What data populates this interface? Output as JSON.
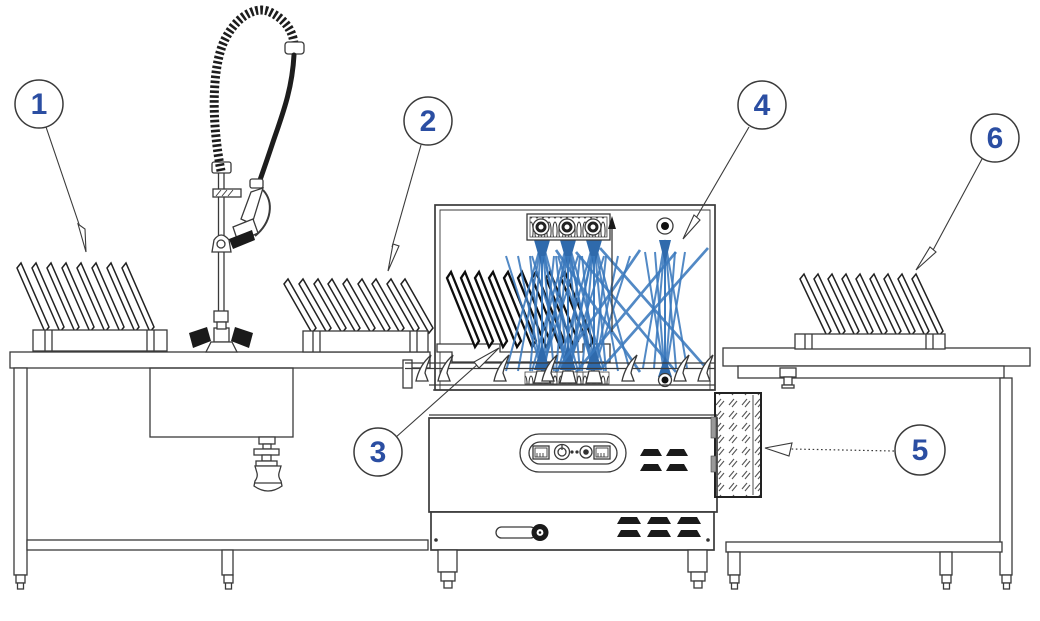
{
  "diagram": {
    "callouts": [
      {
        "number": "1"
      },
      {
        "number": "2"
      },
      {
        "number": "3"
      },
      {
        "number": "4"
      },
      {
        "number": "5"
      },
      {
        "number": "6"
      }
    ],
    "colors": {
      "callout_number": "#2B4EA2",
      "line": "#3a3a3a",
      "dark": "#1a1a1a",
      "spray": "#3A79BD",
      "spray_dark": "#2F6AAC"
    }
  }
}
